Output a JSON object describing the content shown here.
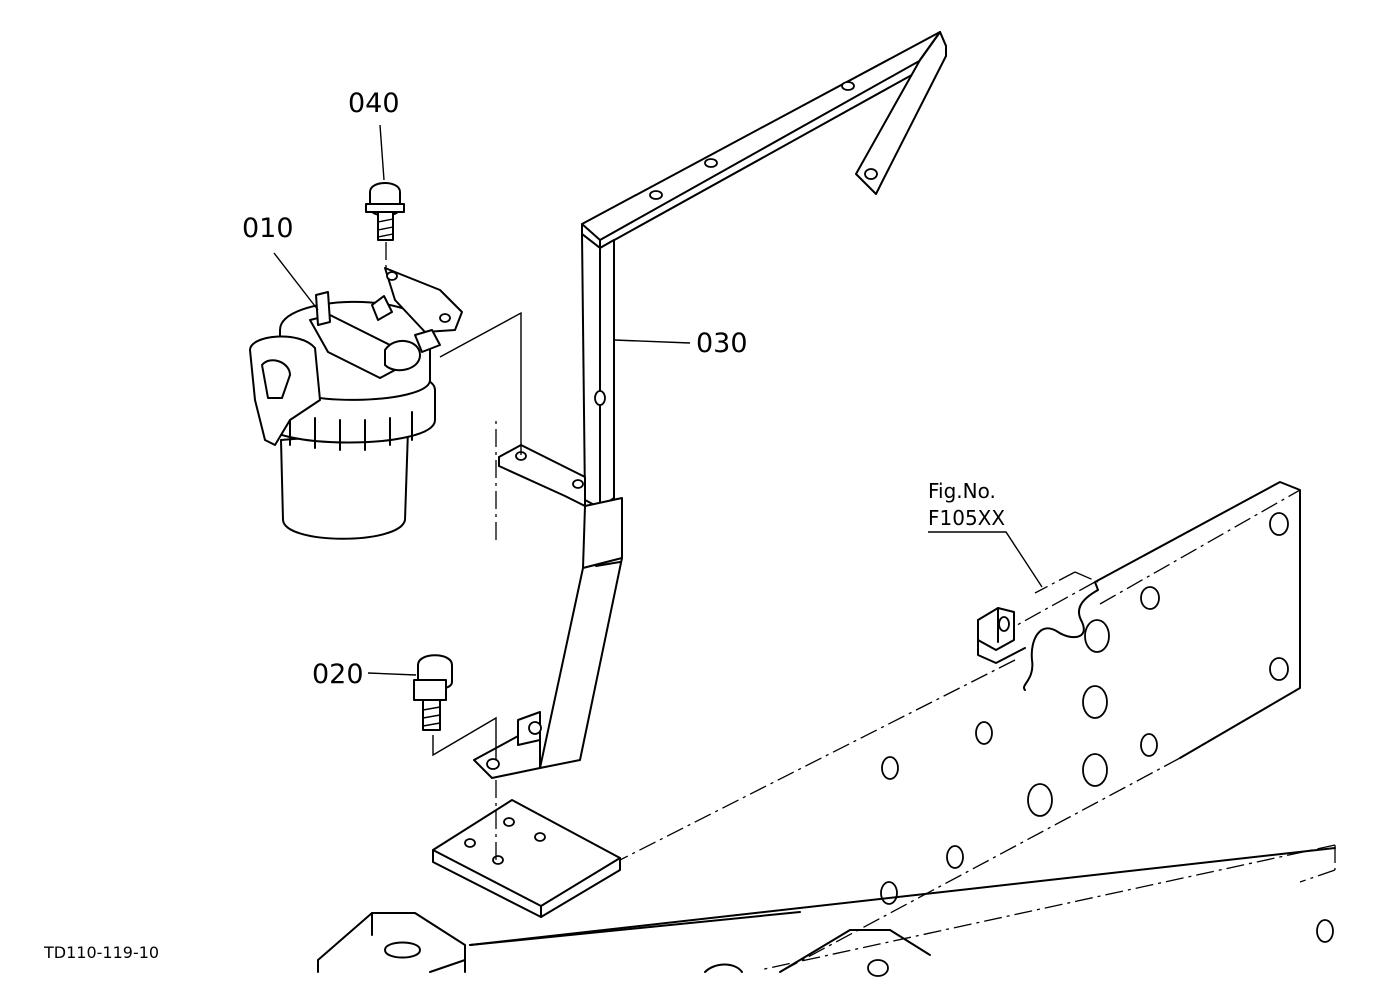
{
  "labels": {
    "p010": "010",
    "p020": "020",
    "p030": "030",
    "p040": "040",
    "fig_label": "Fig.No.",
    "fig_number": "F105XX",
    "drawing_code": "TD110-119-10"
  }
}
